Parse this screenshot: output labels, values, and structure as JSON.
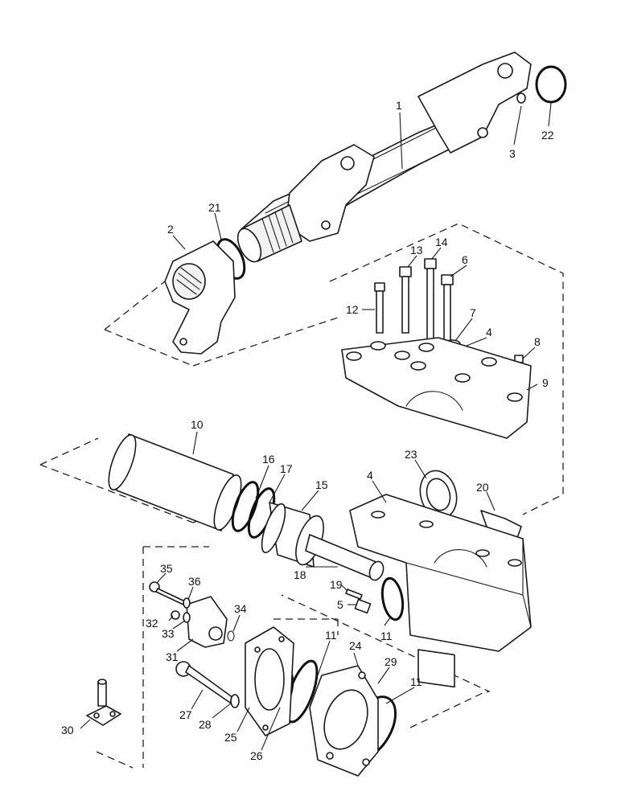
{
  "callouts": [
    {
      "num": "1"
    },
    {
      "num": "2"
    },
    {
      "num": "3"
    },
    {
      "num": "4"
    },
    {
      "num": "4"
    },
    {
      "num": "5"
    },
    {
      "num": "6"
    },
    {
      "num": "7"
    },
    {
      "num": "8"
    },
    {
      "num": "9"
    },
    {
      "num": "10"
    },
    {
      "num": "11"
    },
    {
      "num": "11"
    },
    {
      "num": "11"
    },
    {
      "num": "12"
    },
    {
      "num": "13"
    },
    {
      "num": "14"
    },
    {
      "num": "15"
    },
    {
      "num": "16"
    },
    {
      "num": "17"
    },
    {
      "num": "18"
    },
    {
      "num": "19"
    },
    {
      "num": "20"
    },
    {
      "num": "21"
    },
    {
      "num": "22"
    },
    {
      "num": "23"
    },
    {
      "num": "24"
    },
    {
      "num": "25"
    },
    {
      "num": "26"
    },
    {
      "num": "27"
    },
    {
      "num": "28"
    },
    {
      "num": "29"
    },
    {
      "num": "30"
    },
    {
      "num": "31"
    },
    {
      "num": "32"
    },
    {
      "num": "33"
    },
    {
      "num": "34"
    },
    {
      "num": "35"
    },
    {
      "num": "36"
    }
  ]
}
